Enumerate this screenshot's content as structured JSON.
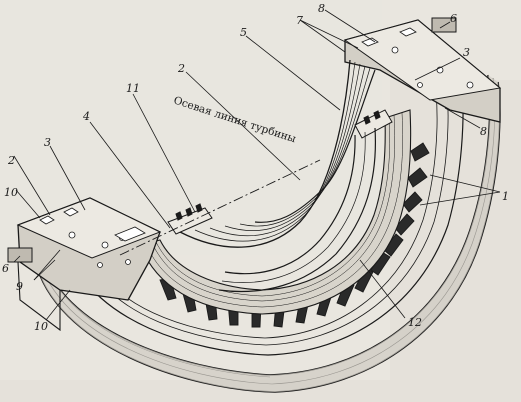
{
  "diagram": {
    "axis_label": "Осевая линия турбины",
    "callouts": {
      "c1": "1",
      "c2a": "2",
      "c2b": "2",
      "c3a": "3",
      "c3b": "3",
      "c4": "4",
      "c5": "5",
      "c6a": "6",
      "c6b": "6",
      "c7": "7",
      "c8a": "8",
      "c8b": "8",
      "c9": "9",
      "c10a": "10",
      "c10b": "10",
      "c11": "11",
      "c12": "12"
    }
  },
  "colors": {
    "ink": "#1a1a1a",
    "paper": "#e9e6df",
    "shade": "#cfcbc2"
  }
}
